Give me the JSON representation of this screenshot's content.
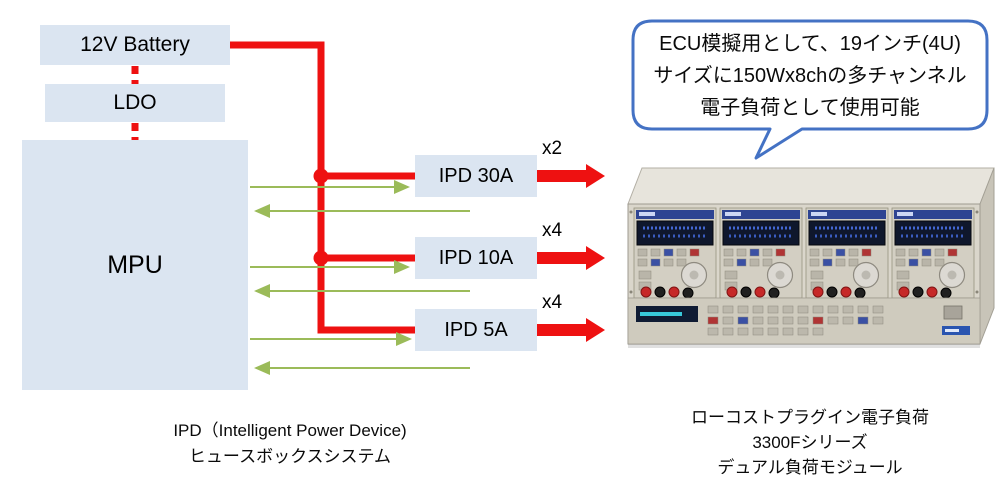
{
  "diagram": {
    "battery": "12V Battery",
    "ldo": "LDO",
    "mpu": "MPU",
    "ipd_boxes": [
      {
        "label": "IPD 30A",
        "multiplier": "x2"
      },
      {
        "label": "IPD 10A",
        "multiplier": "x4"
      },
      {
        "label": "IPD 5A",
        "multiplier": "x4"
      }
    ],
    "caption": [
      "IPD（Intelligent Power Device)",
      "ヒュースボックスシステム"
    ],
    "colors": {
      "node_fill": "#dbe5f1",
      "power_line_red": "#ee1111",
      "signal_line_green": "#9bbb59",
      "callout_border_blue": "#4472c4"
    }
  },
  "callout": {
    "lines": [
      "ECU模擬用として、19インチ(4U)",
      "サイズに150Wx8chの多チャンネル",
      "電子負荷として使用可能"
    ]
  },
  "product": {
    "caption": [
      "ローコストプラグイン電子負荷",
      "3300Fシリーズ",
      "デュアル負荷モジュール"
    ]
  }
}
